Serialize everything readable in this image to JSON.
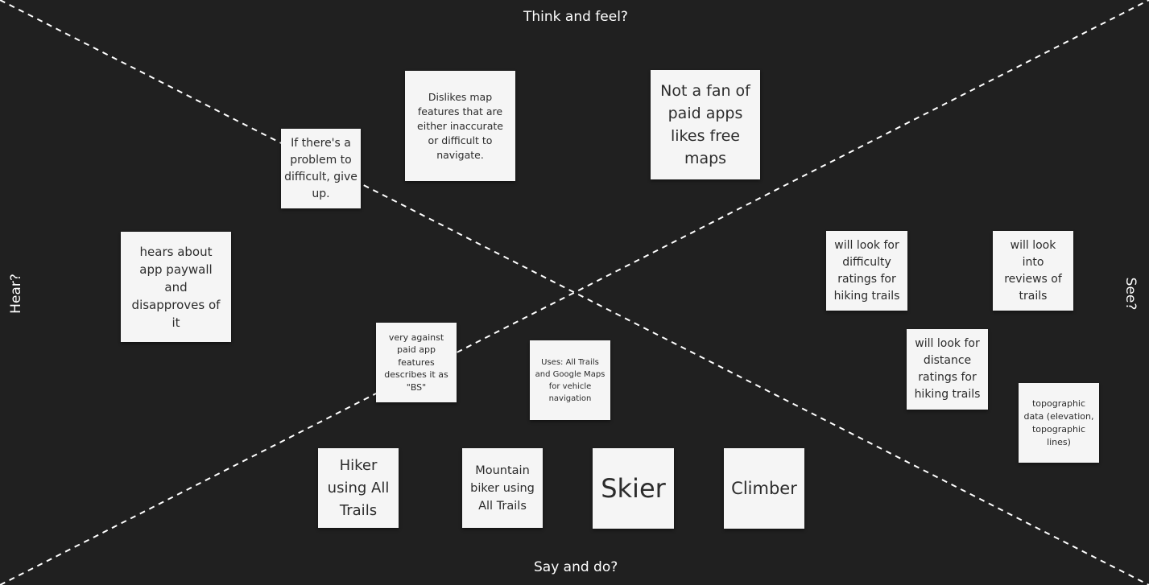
{
  "quadrants": {
    "top": "Think and feel?",
    "bottom": "Say and do?",
    "left": "Hear?",
    "right": "See?"
  },
  "notes": {
    "problem_give_up": "If there's a problem to difficult, give up.",
    "dislikes_map": "Dislikes map features that are either inaccurate or difficult to navigate.",
    "not_fan_paid": "Not a fan of paid apps likes free maps",
    "hears_paywall": "hears about app paywall and disapproves of it",
    "difficulty_ratings": "will look for difficulty ratings for hiking trails",
    "reviews_trails": "will look into reviews of trails",
    "distance_ratings": "will look for distance ratings for hiking trails",
    "topographic": "topographic data (elevation, topographic lines)",
    "against_paid": "very against paid app features describes it as \"BS\"",
    "uses_apps": "Uses: All Trails and Google Maps for vehicle navigation",
    "hiker": "Hiker using All Trails",
    "mountain_biker": "Mountain biker using All Trails",
    "skier": "Skier",
    "climber": "Climber"
  },
  "colors": {
    "background": "#202020",
    "sticky": "#f5f5f5",
    "sticky_text": "#2c2c2c",
    "line": "#ffffff"
  }
}
